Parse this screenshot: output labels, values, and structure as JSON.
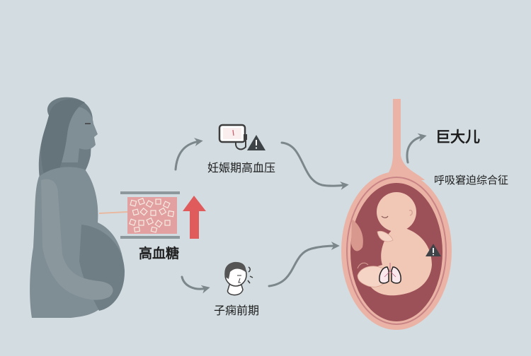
{
  "diagram": {
    "title": "",
    "background_color": "#d3dde1",
    "nodes": {
      "cause": {
        "label": "高血糖",
        "icon": "blood-vessel-glucose-icon",
        "indicator": "up-arrow-icon",
        "indicator_color": "#e05c5c"
      },
      "complication_1": {
        "label": "妊娠期高血压",
        "icon": "blood-pressure-monitor-icon",
        "badge": "warning-icon"
      },
      "complication_2": {
        "label": "子痫前期",
        "icon": "dizzy-face-icon"
      },
      "fetal_outcome_1": {
        "label": "巨大儿"
      },
      "fetal_outcome_2": {
        "label": "呼吸窘迫综合征",
        "icon": "lungs-icon",
        "badge": "warning-icon"
      }
    },
    "figures": {
      "mother": "pregnant-woman-silhouette",
      "fetus": "fetus-in-uterus"
    },
    "edges": [
      {
        "from": "高血糖",
        "to": "妊娠期高血压"
      },
      {
        "from": "高血糖",
        "to": "子痫前期"
      },
      {
        "from": "妊娠期高血压",
        "to": "fetus"
      },
      {
        "from": "子痫前期",
        "to": "fetus"
      },
      {
        "from": "fetus",
        "to": "巨大儿"
      }
    ],
    "colors": {
      "arrow": "#7c878c",
      "mother": "#7d8b92",
      "uterus_outer": "#eab3a6",
      "uterus_inner": "#9c5058",
      "fetus": "#f1c7b6",
      "glucose_red": "#e05c5c"
    }
  }
}
